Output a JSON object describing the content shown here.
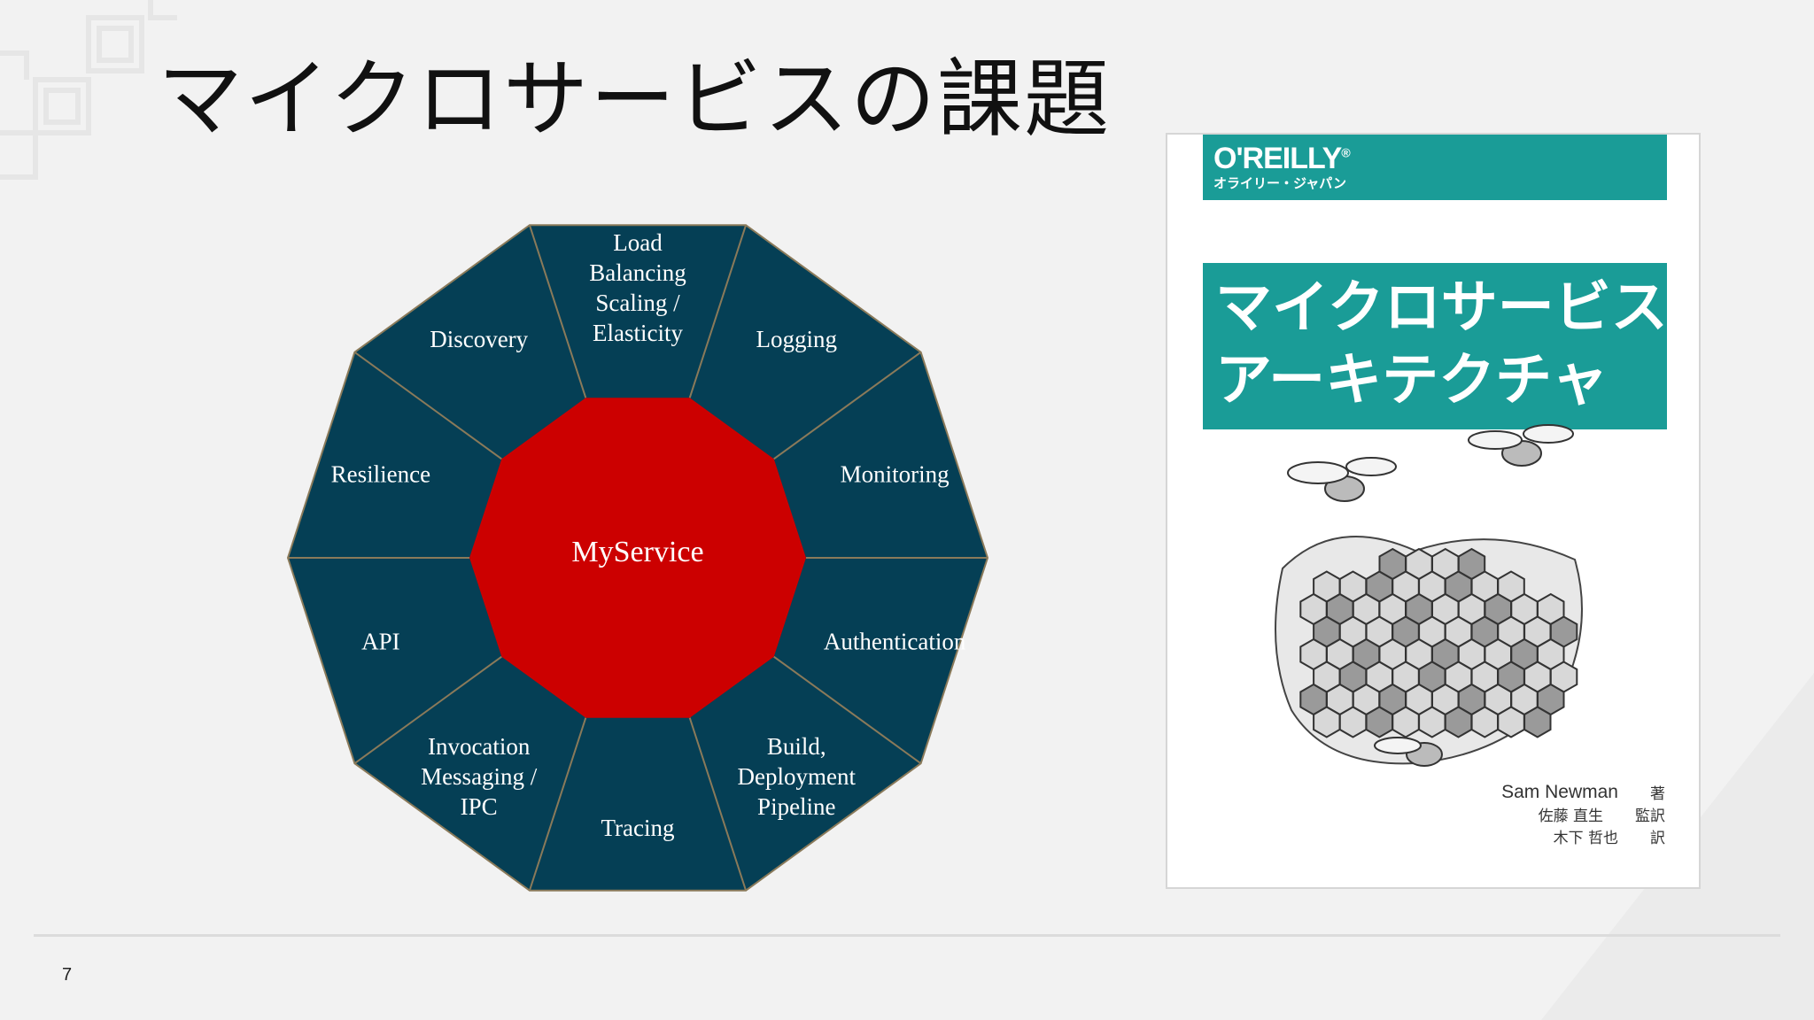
{
  "slide": {
    "title": "マイクロサービスの課題",
    "page_number": "7"
  },
  "diagram": {
    "center": {
      "label": "MyService",
      "color": "#cc0000"
    },
    "ring_color": "#053f55",
    "divider_color": "#8a7a5a",
    "segments": [
      {
        "lines": [
          "Load",
          "Balancing",
          "Scaling /",
          "Elasticity"
        ]
      },
      {
        "lines": [
          "Logging"
        ]
      },
      {
        "lines": [
          "Monitoring"
        ]
      },
      {
        "lines": [
          "Authentication"
        ]
      },
      {
        "lines": [
          "Build,",
          "Deployment",
          "Pipeline"
        ]
      },
      {
        "lines": [
          "Tracing"
        ]
      },
      {
        "lines": [
          "Invocation",
          "Messaging /",
          "IPC"
        ]
      },
      {
        "lines": [
          "API"
        ]
      },
      {
        "lines": [
          "Resilience"
        ]
      },
      {
        "lines": [
          "Discovery"
        ]
      }
    ]
  },
  "book": {
    "publisher": "O'REILLY",
    "publisher_mark": "®",
    "publisher_sub": "オライリー・ジャパン",
    "title_line1": "マイクロサービス",
    "title_line2": "アーキテクチャ",
    "accent_color": "#1a9c97",
    "credits": [
      {
        "name": "Sam Newman",
        "role": "著"
      },
      {
        "name": "佐藤 直生",
        "role": "監訳"
      },
      {
        "name": "木下 哲也",
        "role": "訳"
      }
    ]
  }
}
